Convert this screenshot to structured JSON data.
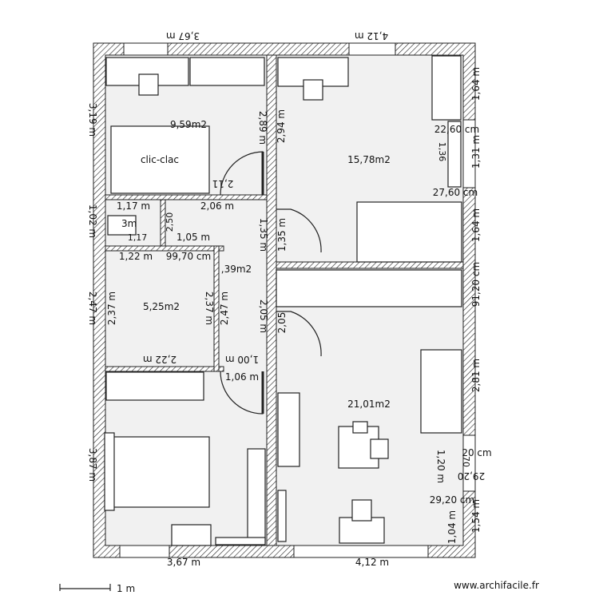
{
  "rooms": {
    "bedroom_top_left_area": "9,59m2",
    "bedroom_top_right_area": "15,78m2",
    "bathroom_area": "5,25m2",
    "hall_area": ",39m2",
    "living_area": "21,01m2",
    "wc_area": "3m",
    "sofa_label": "clic-clac"
  },
  "dimensions": {
    "top_left": "3,67 m",
    "top_right": "4,12 m",
    "bottom_left": "3,67 m",
    "bottom_right": "4,12 m",
    "left_1": "3,19 m",
    "left_2": "1,02 m",
    "left_3": "2,47 m",
    "left_4": "3,87 m",
    "right_1": "1,64 m",
    "right_2": "1,31 m",
    "right_3": "1,64 m",
    "right_4": "91,20 cm",
    "right_5": "2,81 m",
    "right_6": "1,54 m",
    "inner_289": "2,89 m",
    "inner_294": "2,94 m",
    "inner_211": "2,11",
    "inner_206": "2,06 m",
    "inner_117": "1,17 m",
    "inner_250": "2,50",
    "inner_135a": "1,35 m",
    "inner_135b": "1,35 m",
    "inner_105": "1,05 m",
    "inner_117b": "1,17",
    "inner_122": "1,22 m",
    "inner_9970": "99,70 cm",
    "inner_237a": "2,37 m",
    "inner_237b": "2,37 m",
    "inner_247": "2,47 m",
    "inner_205a": "2,05 m",
    "inner_205b": "2,05",
    "inner_222": "2,22 m",
    "inner_100": "1,00 m",
    "inner_106": "1,06 m",
    "inner_2260": "22,60 cm",
    "inner_2760": "27,60 cm",
    "inner_136": "1,36",
    "inner_120": "1,20 m",
    "inner_2920a": "29,20",
    "inner_2920b": "29,20 cm",
    "inner_20cm": "20 cm",
    "inner_104": "1,04 m",
    "inner_070": "70"
  },
  "scale_bar": "1 m",
  "watermark": "www.archifacile.fr",
  "colors": {
    "wall_hatch": "#222222",
    "floor": "#f1f1f1",
    "background": "#ffffff"
  }
}
